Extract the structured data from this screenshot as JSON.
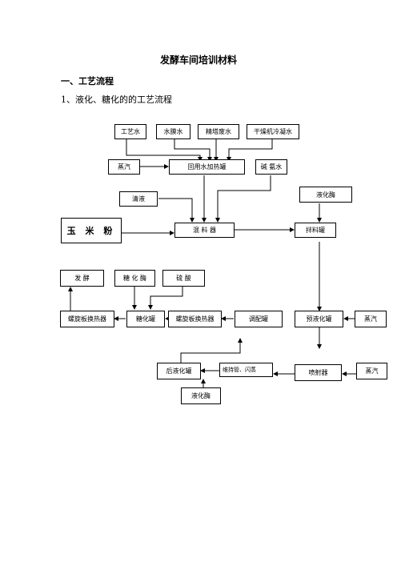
{
  "doc": {
    "title": "发酵车间培训材料",
    "section1": "一、工艺流程",
    "subsection1": "1、液化、糖化的的工艺流程"
  },
  "flow": {
    "process_water": "工艺水",
    "membrane_water": "水膜水",
    "refinery_waste_water": "精塔废水",
    "dryer_condensate": "干燥机冷凝水",
    "steam_1": "蒸汽",
    "recycle_heater": "回用水加热罐",
    "ammonia": "碱 氨水",
    "clear_liquid": "清液",
    "liquefying_enzyme_top": "液化酶",
    "corn_flour": "玉 米 粉",
    "mixer": "混 料 器",
    "mixing_tank": "拌料罐",
    "fermentation": "发      酵",
    "saccharifying_enzyme": "糖 化 酶",
    "sulfuric_acid": "硫 酸",
    "spiral_exchanger_1": "螺旋板换热器",
    "saccharification_tank": "糖化罐",
    "spiral_exchanger_2": "螺旋板换热器",
    "blend_tank": "调配罐",
    "pre_liquefaction_tank": "预液化罐",
    "steam_2": "蒸汽",
    "post_liquefaction_tank": "后液化罐",
    "holding_tube": "维持管、闪蒸",
    "jet_cooker": "喷射器",
    "steam_3": "蒸汽",
    "liquefying_enzyme_bottom": "液化酶"
  }
}
